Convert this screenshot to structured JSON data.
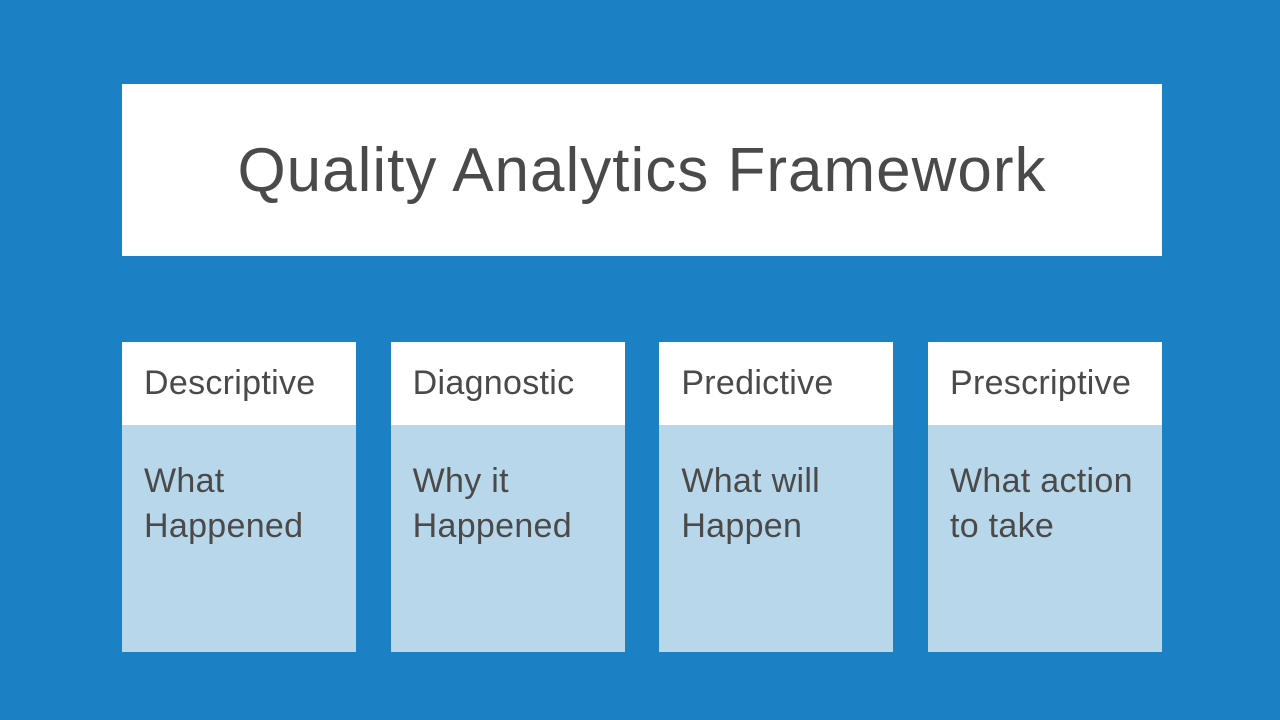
{
  "slide": {
    "title": "Quality Analytics Framework",
    "columns": [
      {
        "header": "Descriptive",
        "body": "What Happened"
      },
      {
        "header": "Diagnostic",
        "body": "Why it Happened"
      },
      {
        "header": "Predictive",
        "body": "What will Happen"
      },
      {
        "header": "Prescriptive",
        "body": "What action to take"
      }
    ],
    "colors": {
      "background": "#1b80c4",
      "panel": "#ffffff",
      "body_fill": "#b9d7ea",
      "text": "#4a4a4b"
    }
  }
}
